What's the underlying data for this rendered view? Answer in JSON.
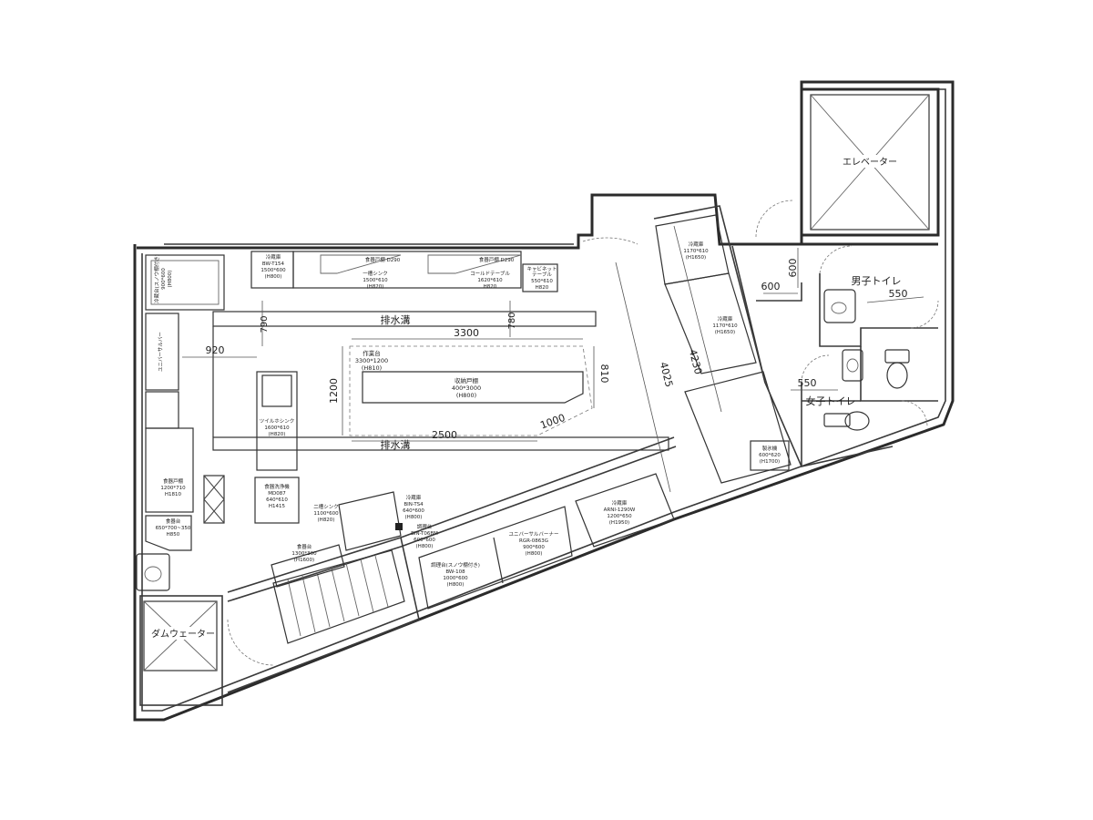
{
  "rooms": {
    "elevator": "エレベーター",
    "dumbwaiter": "ダムウェーター",
    "mens_toilet": "男子トイレ",
    "womens_toilet": "女子トイレ"
  },
  "drains": {
    "top": "排水溝",
    "bottom": "排水溝"
  },
  "dimensions": {
    "d3300": "3300",
    "d2500": "2500",
    "d920": "920",
    "d790": "790",
    "d780": "780",
    "d1200": "1200",
    "d810": "810",
    "d1000": "1000",
    "d4025": "4025",
    "d4230": "4230",
    "d600a": "600",
    "d600b": "600",
    "d550a": "550",
    "d550b": "550"
  },
  "equipment": {
    "top_fridge": [
      "冷蔵庫",
      "BW-T154",
      "1500*600",
      "(H800)"
    ],
    "top_shelf1": "食器戸棚 D290",
    "top_shelf2": "食器戸棚 D290",
    "sink1": [
      "一槽シンク",
      "1500*610",
      "(H820)"
    ],
    "cold_table": [
      "コールドテーブル",
      "1620*610",
      "H820"
    ],
    "cabinet_table": [
      "キャビネット",
      "テーブル",
      "550*610",
      "H820"
    ],
    "work_table": [
      "作業台",
      "3300*1200",
      "(H810)"
    ],
    "storage": [
      "収納戸棚",
      "400*3000",
      "(H800)"
    ],
    "double_sink": [
      "ツイルホシンク",
      "1600*610",
      "(H820)"
    ],
    "food_cabinet": [
      "食器戸棚",
      "1200*710",
      "H1810"
    ],
    "dish_washer": [
      "食器洗浄機",
      "MD087",
      "640*610",
      "H1415"
    ],
    "sink2": [
      "二槽シンク",
      "1100*600",
      "(H820)"
    ],
    "table_l": [
      "食器台",
      "650*700~350",
      "H850"
    ],
    "table_s": [
      "食器台",
      "1300*300",
      "(H1600)"
    ],
    "fridge_left": [
      "冷蔵台(スノウ棚付き)",
      "900*600",
      "(H800)"
    ],
    "universal_left": "ユニバーサルバー",
    "prep": [
      "調理台",
      "BIN-T06BM",
      "600*600",
      "(H800)"
    ],
    "prep2": [
      "調理台(スノウ棚付き)",
      "BW-108",
      "1000*600",
      "(H800)"
    ],
    "univ_burner": [
      "ユニバーサルバーナー",
      "RGR-0863G",
      "900*600",
      "(H800)"
    ],
    "fryer": [
      "冷蔵庫",
      "ARNI-1290W",
      "1200*650",
      "(H1950)"
    ],
    "heater_top": [
      "冷蔵庫",
      "BIN-TS4",
      "640*600",
      "(H800)"
    ],
    "ref_top": [
      "冷蔵庫",
      "1170*610",
      "(H1650)"
    ],
    "ref_mid": [
      "冷蔵庫",
      "1170*610",
      "(H1650)"
    ],
    "ice_maker": [
      "製氷機",
      "600*620",
      "(H1700)"
    ]
  }
}
